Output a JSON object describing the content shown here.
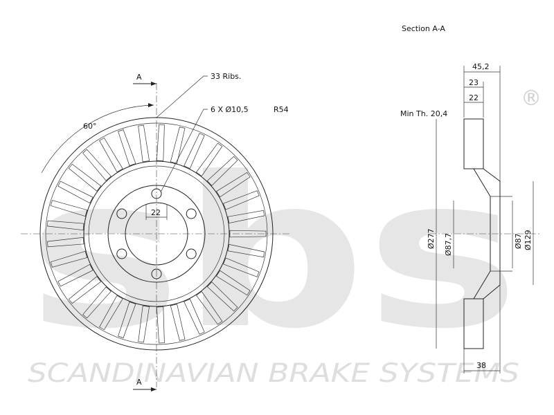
{
  "title": "Section A-A",
  "watermark": {
    "logo_text": "sbs",
    "registered_mark": "®",
    "brand_name": "SCANDINAVIAN BRAKE SYSTEMS",
    "color": "#e3e3e3"
  },
  "front_view": {
    "section_marker_top": "A",
    "section_marker_bottom": "A",
    "angle_label": "60°",
    "ribs_label": "33 Ribs.",
    "holes_label": "6 X Ø10,5",
    "radius_label": "R54",
    "hole_spacing_label": "22"
  },
  "section_view": {
    "overall_width": "45,2",
    "width_23": "23",
    "width_22": "22",
    "min_thickness_label": "Min Th. 20,4",
    "outer_diameter": "Ø277",
    "hub_inner_diameter": "Ø87,7",
    "center_bore": "Ø87",
    "hat_diameter": "Ø129",
    "height": "38"
  },
  "colors": {
    "line": "#222222",
    "watermark": "#e3e3e3",
    "background": "#ffffff"
  }
}
